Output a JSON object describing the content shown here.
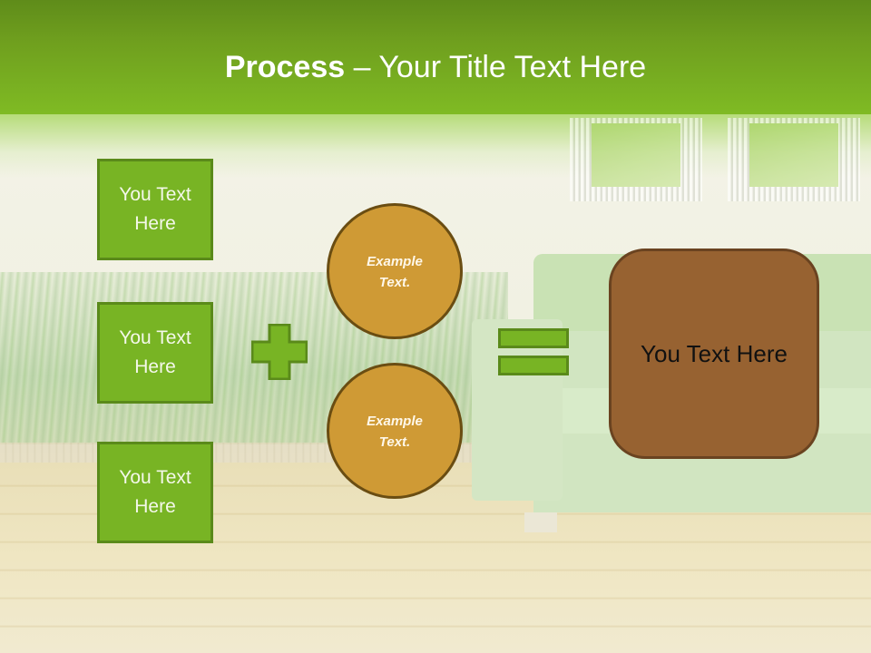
{
  "slide": {
    "title_bold": "Process",
    "title_rest": " – Your Title Text Here",
    "colors": {
      "header_green": "#6f9f1e",
      "box_green": "#78b424",
      "box_green_border": "#5a8a1a",
      "circle_gold": "#cf9a35",
      "circle_border": "#6a4d12",
      "result_brown": "#976231",
      "result_border": "#6a4320"
    }
  },
  "left_boxes": [
    {
      "label": "You Text Here"
    },
    {
      "label": "You Text Here"
    },
    {
      "label": "You Text Here"
    }
  ],
  "operators": {
    "plus_icon": "plus-icon",
    "equals_icon": "equals-icon"
  },
  "circles": [
    {
      "label": "Example Text."
    },
    {
      "label": "Example Text."
    }
  ],
  "result_box": {
    "label": "You Text Here"
  }
}
